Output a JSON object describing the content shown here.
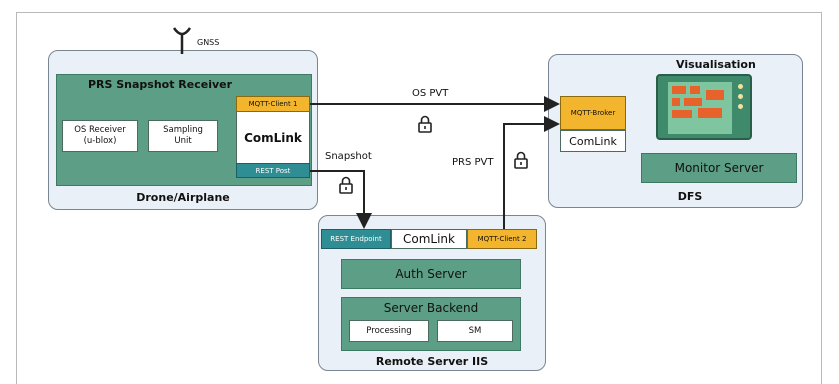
{
  "drone": {
    "title": "Drone/Airplane",
    "antenna_label": "GNSS",
    "receiver_title": "PRS Snapshot Receiver",
    "os_receiver_line1": "OS Receiver",
    "os_receiver_line2": "(u-blox)",
    "sampling_line1": "Sampling",
    "sampling_line2": "Unit",
    "comlink": "ComLink",
    "mqtt_client": "MQTT-Client 1",
    "rest_post": "REST Post"
  },
  "dfs": {
    "title": "DFS",
    "visualisation": "Visualisation",
    "mqtt_broker": "MQTT-Broker",
    "comlink": "ComLink",
    "monitor_server": "Monitor Server"
  },
  "remote": {
    "title": "Remote Server IIS",
    "rest_endpoint": "REST Endpoint",
    "comlink": "ComLink",
    "mqtt_client": "MQTT-Client 2",
    "auth_server": "Auth Server",
    "server_backend": "Server Backend",
    "processing": "Processing",
    "sm": "SM"
  },
  "links": {
    "os_pvt": "OS PVT",
    "prs_pvt": "PRS PVT",
    "snapshot": "Snapshot"
  }
}
